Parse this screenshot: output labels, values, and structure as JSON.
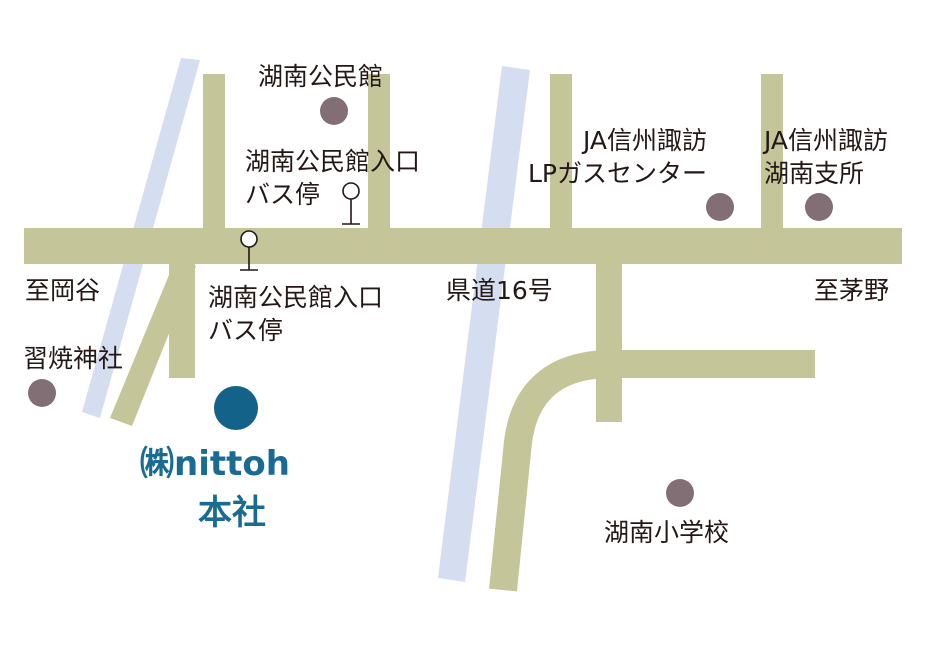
{
  "colors": {
    "road": "#c5c59a",
    "river": "#d5ddf0",
    "landmark": "#826f75",
    "company": "#12628a",
    "text": "#231815",
    "company_text": "#1a6b92"
  },
  "labels": {
    "konan_kominkan": "湖南公民館",
    "busstop_upper": "湖南公民館入口\nバス停",
    "ja_gas": "JA信州諏訪\nLPガスセンター",
    "ja_konan": "JA信州諏訪\n湖南支所",
    "to_okaya": "至岡谷",
    "busstop_lower": "湖南公民館入口\nバス停",
    "route16": "県道16号",
    "to_chino": "至茅野",
    "narai_shrine": "習焼神社",
    "company_name": "㈱nittoh",
    "company_sub": "本社",
    "konan_school": "湖南小学校"
  },
  "icons": {
    "bus_stop": "bus-stop-icon",
    "landmark": "landmark-dot-icon",
    "company": "company-location-icon"
  }
}
